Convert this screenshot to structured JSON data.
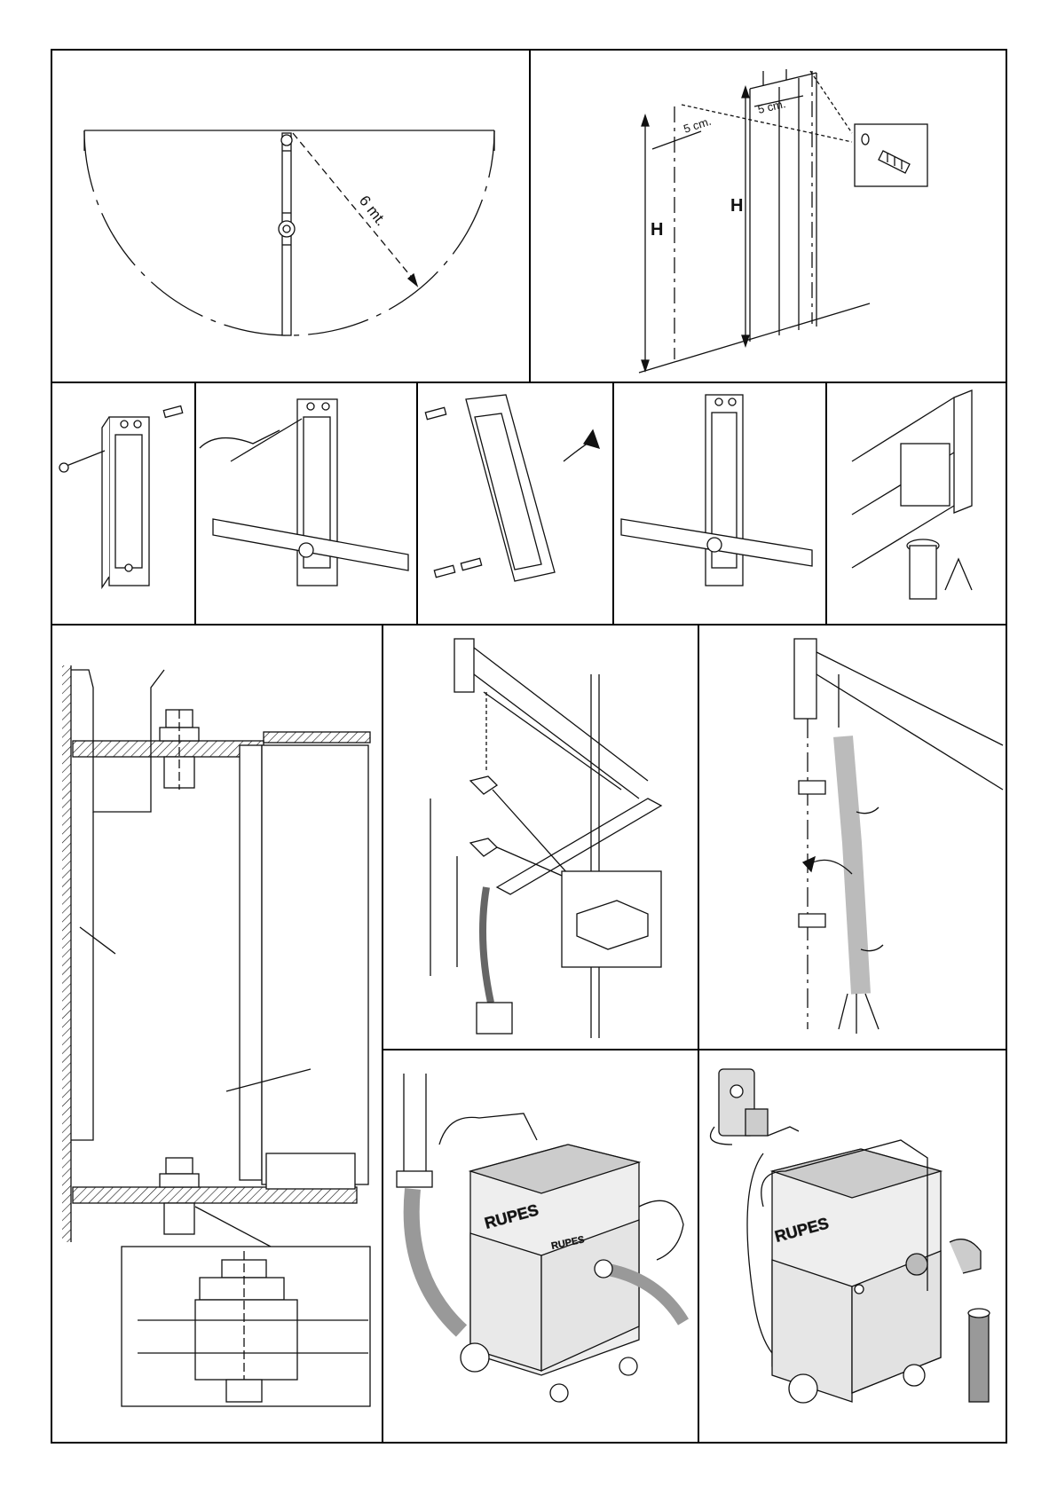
{
  "labels": {
    "radius": "6 mt.",
    "offset_left": "5 cm.",
    "offset_right": "5 cm.",
    "height_left": "H",
    "height_right": "H",
    "brand_1": "RUPES",
    "brand_1b": "RUPES",
    "brand_2": "RUPES"
  },
  "colors": {
    "line": "#111111",
    "panel_border": "#000000",
    "background": "#ffffff"
  },
  "icons": [
    "arc-range-icon",
    "wall-drill-icon",
    "wall-anchor-icon",
    "bracket-mount-icon",
    "spirit-level-icon",
    "arm-bolt-section-icon",
    "hose-clip-icon",
    "vacuum-unit-icon",
    "power-switch-icon"
  ]
}
